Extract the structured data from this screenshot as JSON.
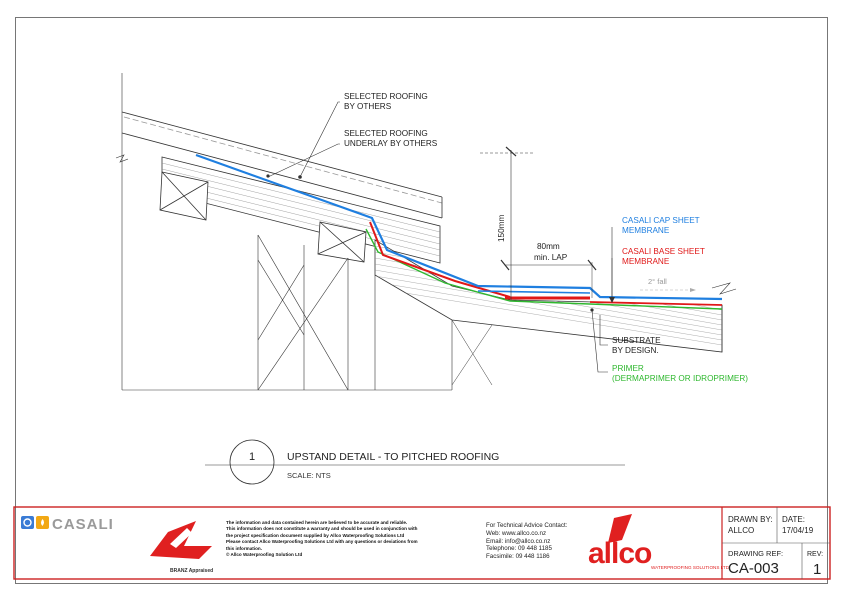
{
  "diagram": {
    "callouts": {
      "roofing": [
        "SELECTED ROOFING",
        "BY OTHERS"
      ],
      "underlay": [
        "SELECTED ROOFING",
        "UNDERLAY BY OTHERS"
      ],
      "cap_sheet": [
        "CASALI CAP SHEET",
        "MEMBRANE"
      ],
      "base_sheet": [
        "CASALI BASE SHEET",
        "MEMBRANE"
      ],
      "substrate": [
        "SUBSTRATE",
        "BY DESIGN."
      ],
      "primer": [
        "PRIMER",
        "(DERMAPRIMER OR IDROPRIMER)"
      ]
    },
    "dims": {
      "height": "150mm",
      "lap": [
        "80mm",
        "min. LAP"
      ],
      "fall": "2° fall"
    },
    "colors": {
      "cap": "#1f7fe0",
      "base": "#e01818",
      "primer": "#2fb82f",
      "line": "#333333",
      "hatch": "#8a8a8a",
      "border": "#cc2222"
    }
  },
  "detail": {
    "number": "1",
    "title": "UPSTAND DETAIL - TO PITCHED ROOFING",
    "scale": "SCALE: NTS"
  },
  "titleblock": {
    "brand": "CASALI",
    "branz_label": "BRANZ Appraised",
    "disclaimer": [
      "The information and data contained herein are believed to be accurate and reliable.",
      "This information does not constitute a warranty and should be used in conjunction with",
      "the project specification document supplied by Allco Waterproofing Solutions Ltd",
      "Please contact Allco Waterproofing Solutions Ltd with any questions or deviations from",
      "this information.",
      "© Allco Waterproofing Solution Ltd"
    ],
    "contact": [
      "For Technical Advice Contact:",
      "Web: www.allco.co.nz",
      "Email:  info@allco.co.nz",
      "Telephone:  09 448 1185",
      "Facsimile:  09 448 1186"
    ],
    "allco_logo": "allco",
    "allco_tagline": "WATERPROOFING SOLUTIONS LTD",
    "drawn_by_label": "DRAWN BY:",
    "drawn_by": "ALLCO",
    "date_label": "DATE:",
    "date": "17/04/19",
    "drawing_ref_label": "DRAWING REF:",
    "drawing_ref": "CA-003",
    "rev_label": "REV:",
    "rev": "1"
  }
}
